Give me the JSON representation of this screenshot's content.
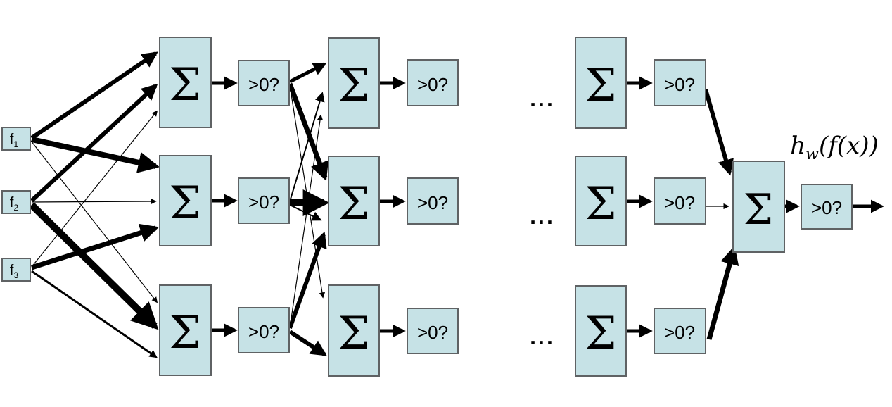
{
  "labels": {
    "sigma": "Σ",
    "threshold": ">0?",
    "ellipsis": "...",
    "inputs": [
      {
        "base": "f",
        "sub": "1"
      },
      {
        "base": "f",
        "sub": "2"
      },
      {
        "base": "f",
        "sub": "3"
      }
    ],
    "output": {
      "base": "h",
      "sub": "w",
      "rest": "(f(x))"
    }
  },
  "colors": {
    "node_fill": "#c6e2e6",
    "node_border": "#5f6264",
    "edge": "#000000"
  }
}
